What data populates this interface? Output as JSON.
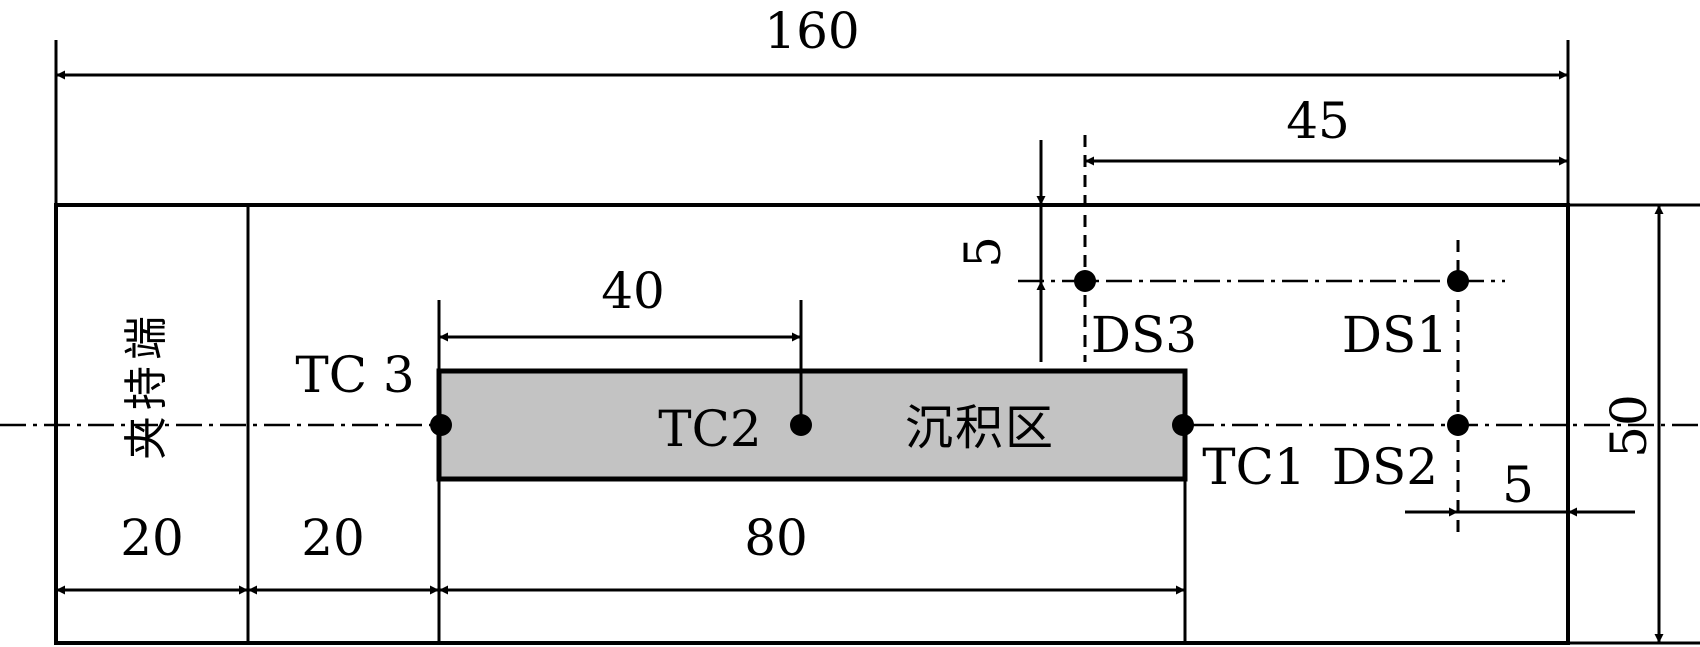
{
  "dimensions": {
    "total_length": "160",
    "sensor_offset": "45",
    "sensor_spacing_v": "5",
    "tc2_position": "40",
    "height": "50",
    "clamp_length": "20",
    "gap_length": "20",
    "deposition_length": "80",
    "sensor_spacing_h": "5"
  },
  "labels": {
    "clamp_end": "夹持端",
    "deposition_zone": "沉积区",
    "tc1": "TC1",
    "tc2": "TC2",
    "tc3": "TC 3",
    "ds1": "DS1",
    "ds2": "DS2",
    "ds3": "DS3"
  },
  "colors": {
    "deposition_fill": "#c3c3c3",
    "line": "#000000"
  }
}
